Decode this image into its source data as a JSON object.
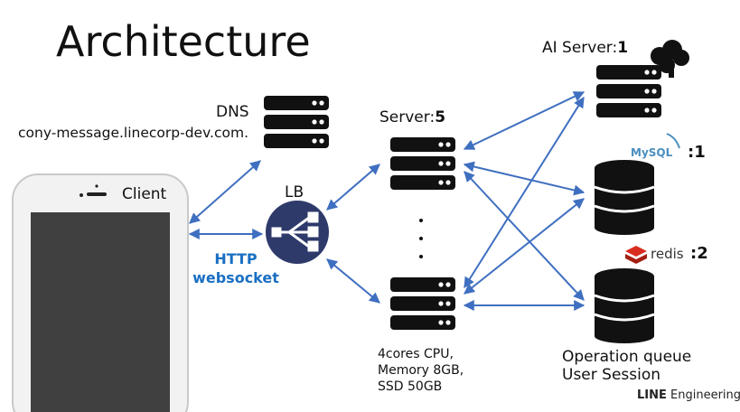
{
  "title": "Architecture",
  "client": {
    "label": "Client"
  },
  "dns": {
    "label": "DNS",
    "domain": "cony-message.linecorp-dev.com."
  },
  "lb": {
    "label": "LB"
  },
  "protocol": {
    "line1": "HTTP",
    "line2": "websocket"
  },
  "app_server": {
    "label": "Server:",
    "count": "5",
    "specs": [
      "4cores CPU,",
      "Memory 8GB,",
      "SSD 50GB"
    ]
  },
  "ai_server": {
    "label": "AI Server:",
    "count": "1"
  },
  "mysql": {
    "logo": "MySQL",
    "count": ":1"
  },
  "redis": {
    "logo": "redis",
    "count": ":2",
    "roles": [
      "Operation queue",
      "User Session"
    ]
  },
  "footer": {
    "brand": "LINE",
    "suffix": "Engineering"
  },
  "colors": {
    "arrow": "#3f6fc0",
    "server": "#111111",
    "lb": "#2e3a6a",
    "text_blue": "#1a6fc2"
  },
  "icons": [
    "phone-icon",
    "server-stack-icon",
    "load-balancer-icon",
    "database-icon",
    "brain-icon",
    "mysql-logo",
    "redis-logo"
  ]
}
